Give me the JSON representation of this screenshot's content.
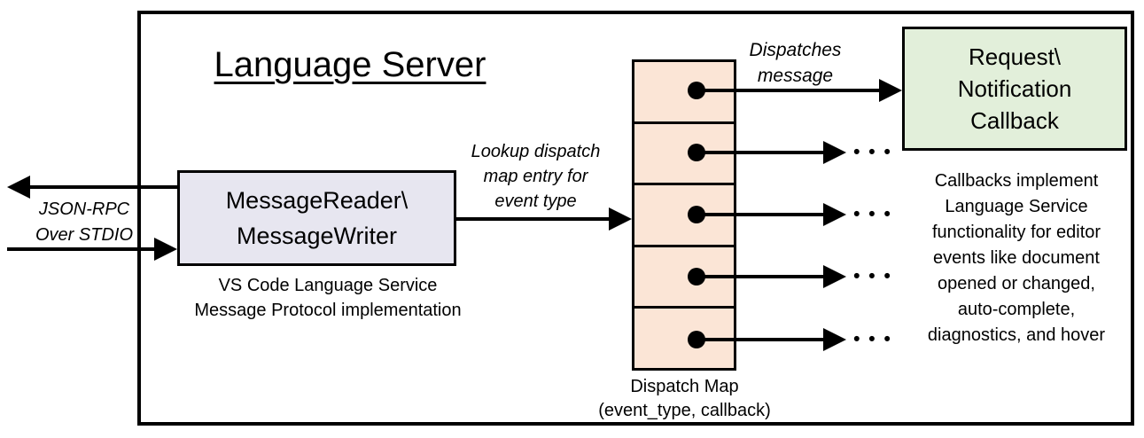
{
  "title": "Language Server",
  "left_io": {
    "label": "JSON-RPC\nOver STDIO"
  },
  "message_box": {
    "label": "MessageReader\\\nMessageWriter",
    "caption": "VS Code Language Service\nMessage Protocol implementation"
  },
  "lookup_label": "Lookup dispatch\nmap entry for\nevent type",
  "dispatch_map": {
    "caption": "Dispatch Map\n(event_type, callback)",
    "row_count": 5,
    "ellipsis": "• • •"
  },
  "dispatches_label": "Dispatches\nmessage",
  "callback_box": {
    "label": "Request\\\nNotification\nCallback"
  },
  "callbacks_note": "Callbacks implement\nLanguage Service\nfunctionality for editor\nevents like document\nopened or changed,\nauto-complete,\ndiagnostics, and hover",
  "colors": {
    "message_box_fill": "#e7e6f0",
    "dispatch_map_fill": "#fbe5d6",
    "callback_box_fill": "#e2efda",
    "line": "#000000",
    "background": "#ffffff"
  }
}
